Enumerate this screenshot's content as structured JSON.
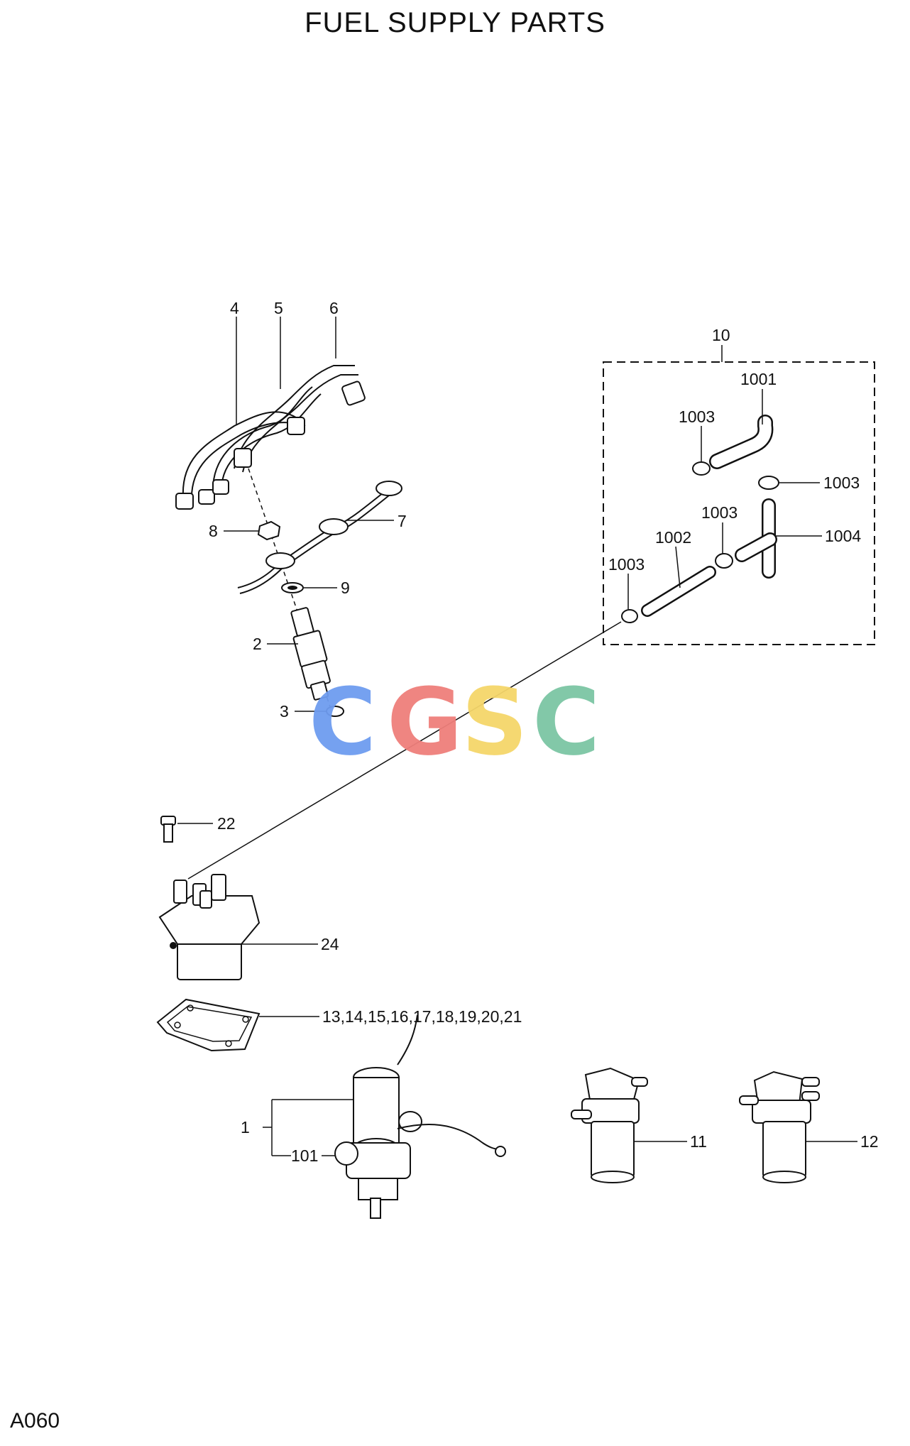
{
  "header": {
    "title": "FUEL SUPPLY PARTS"
  },
  "footer": {
    "code": "A060"
  },
  "watermark": {
    "letters": [
      "C",
      "G",
      "S",
      "C"
    ],
    "colors": [
      "#6e9cf0",
      "#ef7f7b",
      "#f5d66a",
      "#7cc6a4"
    ]
  },
  "callouts": {
    "c4": "4",
    "c5": "5",
    "c6": "6",
    "c7": "7",
    "c8": "8",
    "c9": "9",
    "c2": "2",
    "c3": "3",
    "c22": "22",
    "c24": "24",
    "c13": "13,14,15,16,17,18,19,20,21",
    "c1": "1",
    "c101": "101",
    "c11": "11",
    "c12": "12",
    "c10": "10",
    "c1001": "1001",
    "c1003a": "1003",
    "c1003b": "1003",
    "c1003c": "1003",
    "c1003d": "1003",
    "c1004": "1004",
    "c1002": "1002"
  }
}
